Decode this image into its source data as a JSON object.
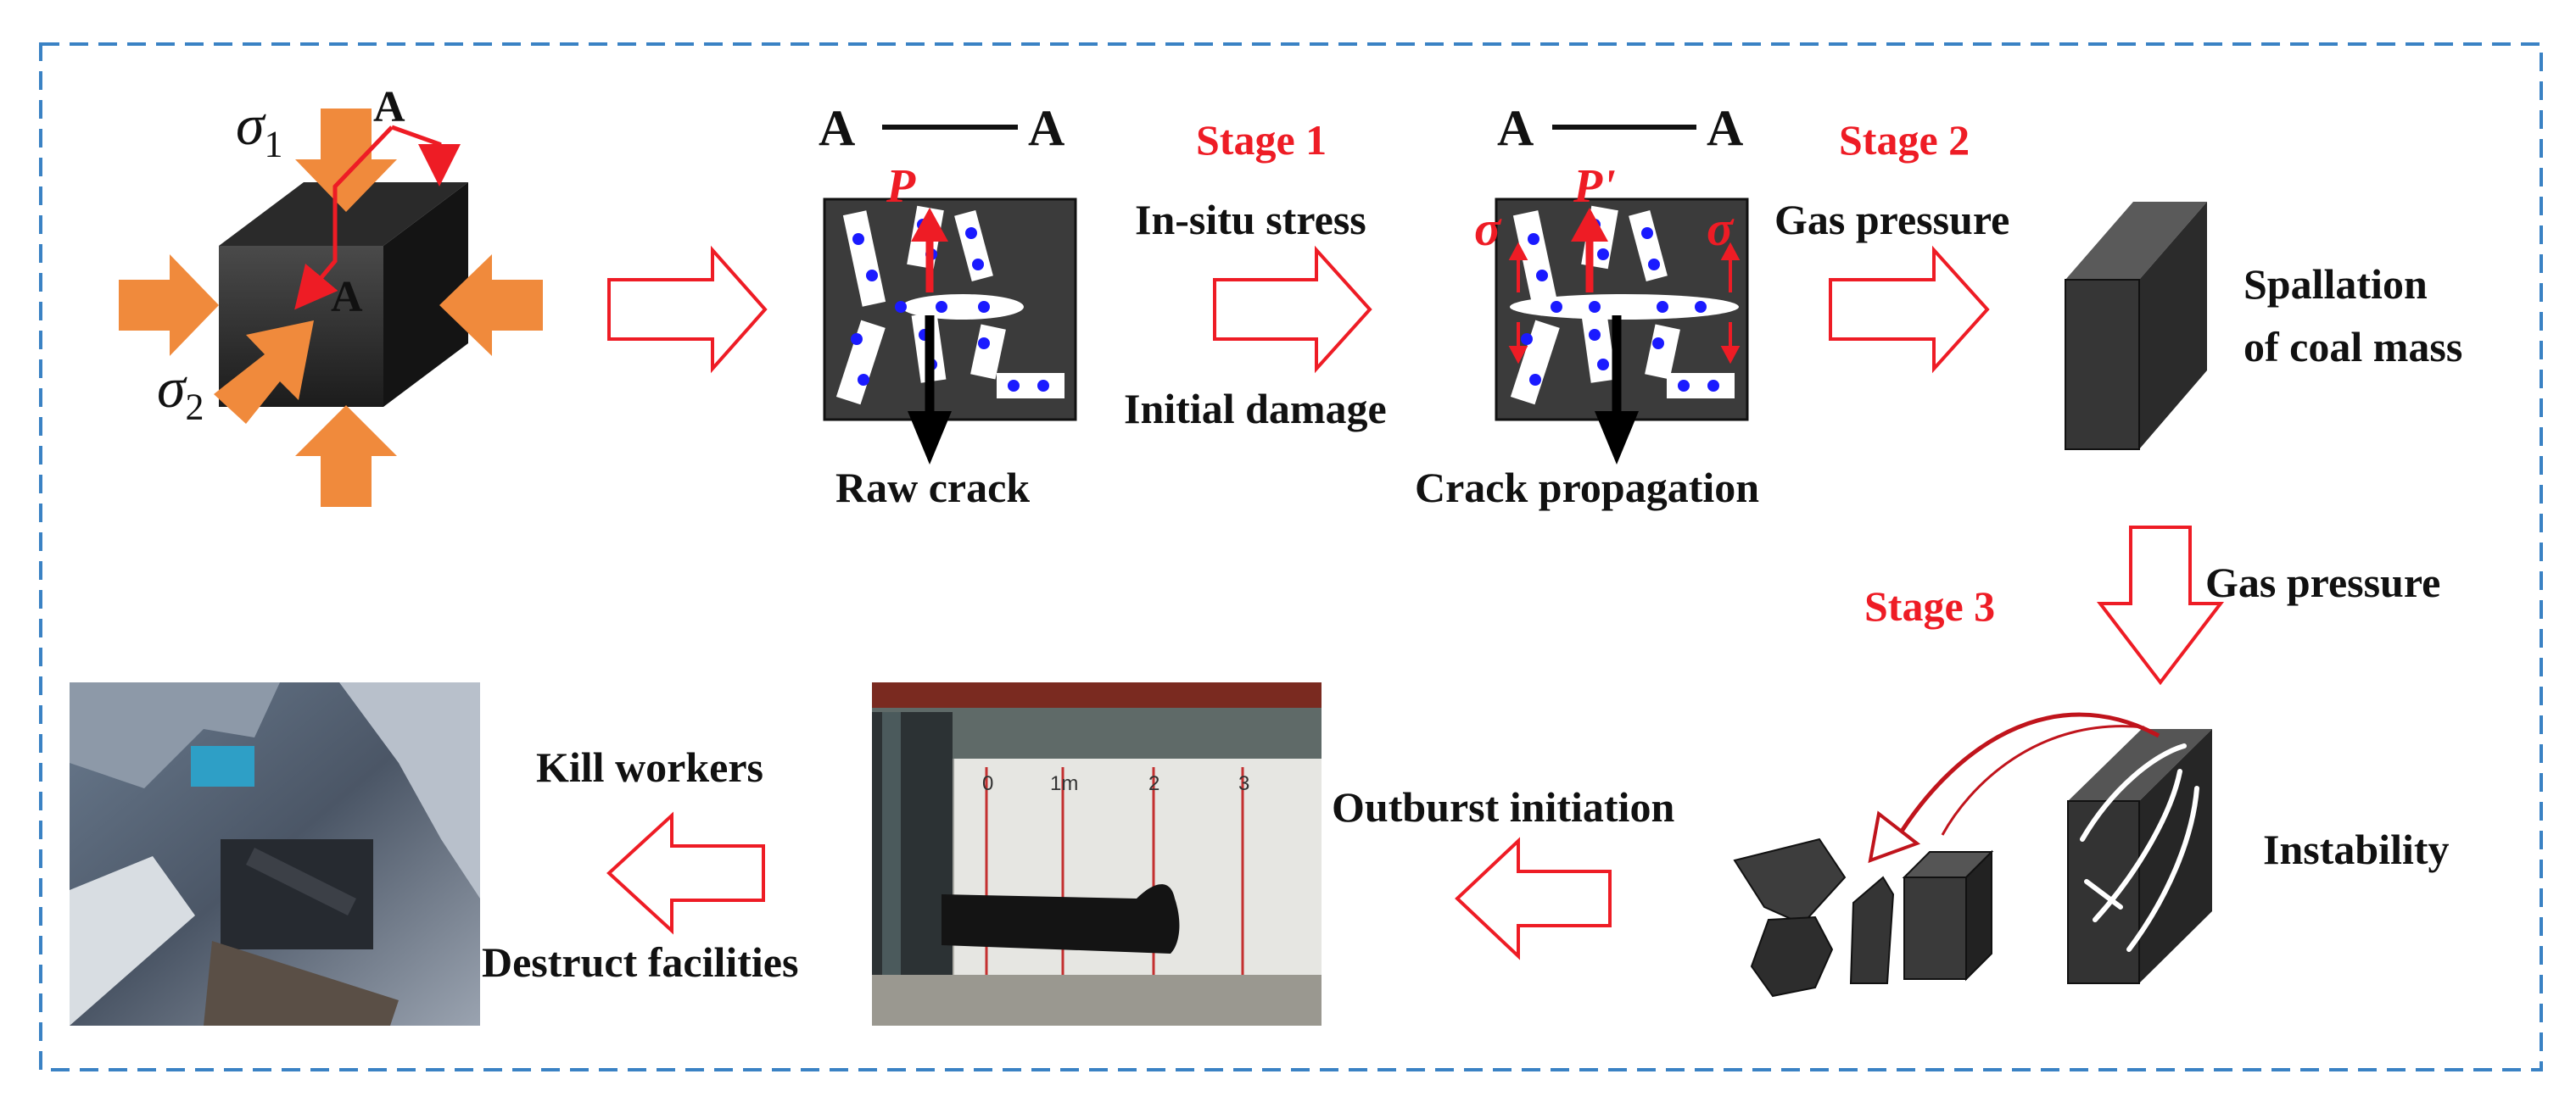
{
  "colors": {
    "frame": "#3a82c4",
    "arrow_red": "#ee1c25",
    "load_orange": "#f08a3c",
    "coal_dark": "#3a3a3a",
    "pore_blue": "#1a1aff"
  },
  "cube": {
    "sigma1": "σ1",
    "sigma2": "σ2",
    "section_mark_top": "A",
    "section_mark_face": "A"
  },
  "panel1": {
    "section_left": "A",
    "section_right": "A",
    "pressure_label": "P",
    "caption": "Raw crack"
  },
  "stage1": {
    "title": "Stage 1",
    "above": "In-situ stress",
    "below": "Initial damage"
  },
  "panel2": {
    "section_left": "A",
    "section_right": "A",
    "pressure_label": "P'",
    "stress_left": "σ",
    "stress_right": "σ",
    "caption": "Crack propagation"
  },
  "stage2": {
    "title": "Stage 2",
    "above": "Gas pressure"
  },
  "spallation": {
    "label_line1": "Spallation",
    "label_line2": "of coal mass"
  },
  "stage3": {
    "title": "Stage 3",
    "side": "Gas pressure"
  },
  "instability": {
    "label": "Instability"
  },
  "outburst": {
    "label": "Outburst initiation"
  },
  "consequences": {
    "above": "Kill workers",
    "below": "Destruct facilities"
  },
  "experiment_photo": {
    "scale_marks": [
      "0",
      "1m",
      "2",
      "3"
    ]
  },
  "icons": [
    "hollow-right-arrow-icon",
    "hollow-down-arrow-icon",
    "hollow-left-arrow-icon",
    "curved-arrow-icon"
  ]
}
